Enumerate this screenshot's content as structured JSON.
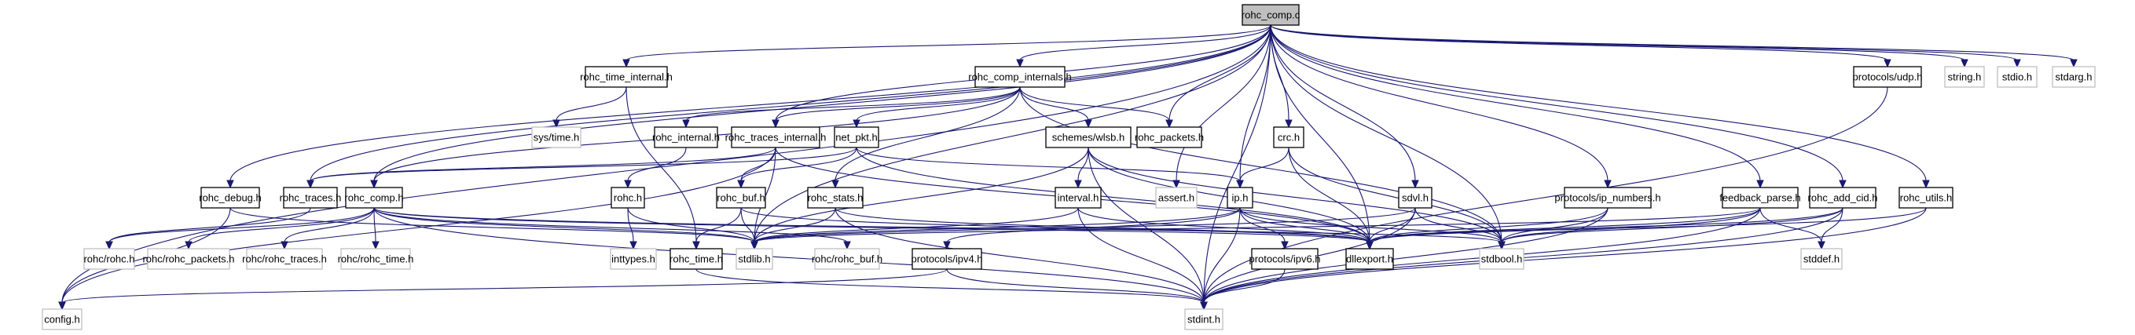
{
  "title": "rohc_comp.c include dependency graph",
  "colors": {
    "edge": "#191970",
    "documented_border": "#000000",
    "external_border": "#bfbfbf",
    "root_fill": "#bfbfbf"
  },
  "nodes": [
    {
      "id": "rohc_comp_c",
      "label": "rohc_comp.c",
      "kind": "root"
    },
    {
      "id": "config_h",
      "label": "config.h",
      "kind": "ext"
    },
    {
      "id": "rohc_time_internal_h",
      "label": "rohc_time_internal.h",
      "kind": "doc"
    },
    {
      "id": "rohc_comp_internals_h",
      "label": "rohc_comp_internals.h",
      "kind": "doc"
    },
    {
      "id": "protocols_udp_h",
      "label": "protocols/udp.h",
      "kind": "doc"
    },
    {
      "id": "string_h",
      "label": "string.h",
      "kind": "ext"
    },
    {
      "id": "stdio_h",
      "label": "stdio.h",
      "kind": "ext"
    },
    {
      "id": "stdarg_h",
      "label": "stdarg.h",
      "kind": "ext"
    },
    {
      "id": "sys_time_h",
      "label": "sys/time.h",
      "kind": "ext"
    },
    {
      "id": "rohc_internal_h",
      "label": "rohc_internal.h",
      "kind": "doc"
    },
    {
      "id": "rohc_traces_internal_h",
      "label": "rohc_traces_internal.h",
      "kind": "doc"
    },
    {
      "id": "net_pkt_h",
      "label": "net_pkt.h",
      "kind": "doc"
    },
    {
      "id": "schemes_wlsb_h",
      "label": "schemes/wlsb.h",
      "kind": "doc"
    },
    {
      "id": "rohc_packets_h",
      "label": "rohc_packets.h",
      "kind": "doc"
    },
    {
      "id": "crc_h",
      "label": "crc.h",
      "kind": "doc"
    },
    {
      "id": "rohc_debug_h",
      "label": "rohc_debug.h",
      "kind": "doc"
    },
    {
      "id": "rohc_traces_h",
      "label": "rohc_traces.h",
      "kind": "doc"
    },
    {
      "id": "rohc_comp_h",
      "label": "rohc_comp.h",
      "kind": "doc"
    },
    {
      "id": "rohc_h",
      "label": "rohc.h",
      "kind": "doc"
    },
    {
      "id": "rohc_buf_h",
      "label": "rohc_buf.h",
      "kind": "doc"
    },
    {
      "id": "rohc_stats_h",
      "label": "rohc_stats.h",
      "kind": "doc"
    },
    {
      "id": "interval_h",
      "label": "interval.h",
      "kind": "doc"
    },
    {
      "id": "assert_h",
      "label": "assert.h",
      "kind": "ext"
    },
    {
      "id": "ip_h",
      "label": "ip.h",
      "kind": "doc"
    },
    {
      "id": "sdvl_h",
      "label": "sdvl.h",
      "kind": "doc"
    },
    {
      "id": "protocols_ip_numbers_h",
      "label": "protocols/ip_numbers.h",
      "kind": "doc"
    },
    {
      "id": "feedback_parse_h",
      "label": "feedback_parse.h",
      "kind": "doc"
    },
    {
      "id": "rohc_add_cid_h",
      "label": "rohc_add_cid.h",
      "kind": "doc"
    },
    {
      "id": "rohc_utils_h",
      "label": "rohc_utils.h",
      "kind": "doc"
    },
    {
      "id": "rohc_rohc_h",
      "label": "rohc/rohc.h",
      "kind": "ext"
    },
    {
      "id": "rohc_rohc_packets_h",
      "label": "rohc/rohc_packets.h",
      "kind": "ext"
    },
    {
      "id": "rohc_rohc_traces_h",
      "label": "rohc/rohc_traces.h",
      "kind": "ext"
    },
    {
      "id": "rohc_rohc_time_h",
      "label": "rohc/rohc_time.h",
      "kind": "ext"
    },
    {
      "id": "inttypes_h",
      "label": "inttypes.h",
      "kind": "ext"
    },
    {
      "id": "rohc_time_h",
      "label": "rohc_time.h",
      "kind": "doc"
    },
    {
      "id": "stdlib_h",
      "label": "stdlib.h",
      "kind": "ext"
    },
    {
      "id": "rohc_rohc_buf_h",
      "label": "rohc/rohc_buf.h",
      "kind": "ext"
    },
    {
      "id": "protocols_ipv4_h",
      "label": "protocols/ipv4.h",
      "kind": "doc"
    },
    {
      "id": "protocols_ipv6_h",
      "label": "protocols/ipv6.h",
      "kind": "doc"
    },
    {
      "id": "dllexport_h",
      "label": "dllexport.h",
      "kind": "doc"
    },
    {
      "id": "stdbool_h",
      "label": "stdbool.h",
      "kind": "ext"
    },
    {
      "id": "stddef_h",
      "label": "stddef.h",
      "kind": "ext"
    },
    {
      "id": "stdint_h",
      "label": "stdint.h",
      "kind": "ext"
    }
  ],
  "edges": [
    [
      "rohc_comp_c",
      "config_h"
    ],
    [
      "rohc_comp_c",
      "rohc_time_internal_h"
    ],
    [
      "rohc_comp_c",
      "rohc_comp_internals_h"
    ],
    [
      "rohc_comp_c",
      "protocols_udp_h"
    ],
    [
      "rohc_comp_c",
      "string_h"
    ],
    [
      "rohc_comp_c",
      "stdio_h"
    ],
    [
      "rohc_comp_c",
      "stdarg_h"
    ],
    [
      "rohc_comp_c",
      "rohc_debug_h"
    ],
    [
      "rohc_comp_c",
      "rohc_traces_h"
    ],
    [
      "rohc_comp_c",
      "rohc_comp_h"
    ],
    [
      "rohc_comp_c",
      "rohc_traces_internal_h"
    ],
    [
      "rohc_comp_c",
      "rohc_packets_h"
    ],
    [
      "rohc_comp_c",
      "crc_h"
    ],
    [
      "rohc_comp_c",
      "ip_h"
    ],
    [
      "rohc_comp_c",
      "sdvl_h"
    ],
    [
      "rohc_comp_c",
      "assert_h"
    ],
    [
      "rohc_comp_c",
      "protocols_ip_numbers_h"
    ],
    [
      "rohc_comp_c",
      "feedback_parse_h"
    ],
    [
      "rohc_comp_c",
      "rohc_add_cid_h"
    ],
    [
      "rohc_comp_c",
      "rohc_utils_h"
    ],
    [
      "rohc_comp_c",
      "stdlib_h"
    ],
    [
      "rohc_comp_c",
      "dllexport_h"
    ],
    [
      "rohc_comp_c",
      "stdbool_h"
    ],
    [
      "rohc_comp_c",
      "stdint_h"
    ],
    [
      "rohc_time_internal_h",
      "sys_time_h"
    ],
    [
      "rohc_time_internal_h",
      "rohc_time_h"
    ],
    [
      "rohc_comp_internals_h",
      "rohc_internal_h"
    ],
    [
      "rohc_comp_internals_h",
      "rohc_traces_internal_h"
    ],
    [
      "rohc_comp_internals_h",
      "net_pkt_h"
    ],
    [
      "rohc_comp_internals_h",
      "schemes_wlsb_h"
    ],
    [
      "rohc_comp_internals_h",
      "rohc_packets_h"
    ],
    [
      "rohc_comp_internals_h",
      "rohc_comp_h"
    ],
    [
      "rohc_comp_internals_h",
      "rohc_stats_h"
    ],
    [
      "rohc_comp_internals_h",
      "stdbool_h"
    ],
    [
      "rohc_internal_h",
      "rohc_h"
    ],
    [
      "rohc_traces_internal_h",
      "rohc_traces_h"
    ],
    [
      "rohc_traces_internal_h",
      "rohc_buf_h"
    ],
    [
      "rohc_traces_internal_h",
      "stdlib_h"
    ],
    [
      "rohc_traces_internal_h",
      "config_h"
    ],
    [
      "rohc_traces_internal_h",
      "dllexport_h"
    ],
    [
      "net_pkt_h",
      "rohc_traces_h"
    ],
    [
      "net_pkt_h",
      "rohc_buf_h"
    ],
    [
      "net_pkt_h",
      "ip_h"
    ],
    [
      "net_pkt_h",
      "dllexport_h"
    ],
    [
      "schemes_wlsb_h",
      "interval_h"
    ],
    [
      "schemes_wlsb_h",
      "stdlib_h"
    ],
    [
      "schemes_wlsb_h",
      "stdint_h"
    ],
    [
      "schemes_wlsb_h",
      "stdbool_h"
    ],
    [
      "schemes_wlsb_h",
      "dllexport_h"
    ],
    [
      "crc_h",
      "ip_h"
    ],
    [
      "crc_h",
      "dllexport_h"
    ],
    [
      "crc_h",
      "stdbool_h"
    ],
    [
      "rohc_debug_h",
      "config_h"
    ],
    [
      "rohc_debug_h",
      "stdlib_h"
    ],
    [
      "rohc_traces_h",
      "rohc_rohc_h"
    ],
    [
      "rohc_comp_h",
      "rohc_rohc_h"
    ],
    [
      "rohc_comp_h",
      "rohc_rohc_packets_h"
    ],
    [
      "rohc_comp_h",
      "rohc_rohc_traces_h"
    ],
    [
      "rohc_comp_h",
      "rohc_rohc_time_h"
    ],
    [
      "rohc_comp_h",
      "stdlib_h"
    ],
    [
      "rohc_comp_h",
      "rohc_rohc_buf_h"
    ],
    [
      "rohc_comp_h",
      "dllexport_h"
    ],
    [
      "rohc_comp_h",
      "stdint_h"
    ],
    [
      "rohc_comp_h",
      "stdbool_h"
    ],
    [
      "rohc_h",
      "inttypes_h"
    ],
    [
      "rohc_h",
      "stdlib_h"
    ],
    [
      "rohc_buf_h",
      "rohc_time_h"
    ],
    [
      "rohc_buf_h",
      "stdlib_h"
    ],
    [
      "rohc_buf_h",
      "dllexport_h"
    ],
    [
      "rohc_stats_h",
      "stdlib_h"
    ],
    [
      "rohc_stats_h",
      "stdint_h"
    ],
    [
      "rohc_stats_h",
      "dllexport_h"
    ],
    [
      "interval_h",
      "stdlib_h"
    ],
    [
      "interval_h",
      "stdint_h"
    ],
    [
      "interval_h",
      "dllexport_h"
    ],
    [
      "ip_h",
      "protocols_ipv4_h"
    ],
    [
      "ip_h",
      "protocols_ipv6_h"
    ],
    [
      "ip_h",
      "dllexport_h"
    ],
    [
      "ip_h",
      "stdint_h"
    ],
    [
      "ip_h",
      "stdbool_h"
    ],
    [
      "ip_h",
      "stdlib_h"
    ],
    [
      "sdvl_h",
      "dllexport_h"
    ],
    [
      "sdvl_h",
      "stdint_h"
    ],
    [
      "sdvl_h",
      "stdbool_h"
    ],
    [
      "sdvl_h",
      "stdlib_h"
    ],
    [
      "protocols_ip_numbers_h",
      "dllexport_h"
    ],
    [
      "protocols_ip_numbers_h",
      "stdint_h"
    ],
    [
      "protocols_ip_numbers_h",
      "stdbool_h"
    ],
    [
      "feedback_parse_h",
      "stddef_h"
    ],
    [
      "feedback_parse_h",
      "dllexport_h"
    ],
    [
      "feedback_parse_h",
      "stdbool_h"
    ],
    [
      "feedback_parse_h",
      "stdlib_h"
    ],
    [
      "feedback_parse_h",
      "stdint_h"
    ],
    [
      "rohc_add_cid_h",
      "stddef_h"
    ],
    [
      "rohc_add_cid_h",
      "stdint_h"
    ],
    [
      "rohc_add_cid_h",
      "dllexport_h"
    ],
    [
      "rohc_add_cid_h",
      "stdbool_h"
    ],
    [
      "rohc_utils_h",
      "stdint_h"
    ],
    [
      "rohc_utils_h",
      "dllexport_h"
    ],
    [
      "protocols_udp_h",
      "stdint_h"
    ],
    [
      "protocols_ipv4_h",
      "config_h"
    ],
    [
      "protocols_ipv4_h",
      "stdint_h"
    ],
    [
      "protocols_ipv6_h",
      "stdint_h"
    ],
    [
      "rohc_time_h",
      "stdint_h"
    ]
  ]
}
